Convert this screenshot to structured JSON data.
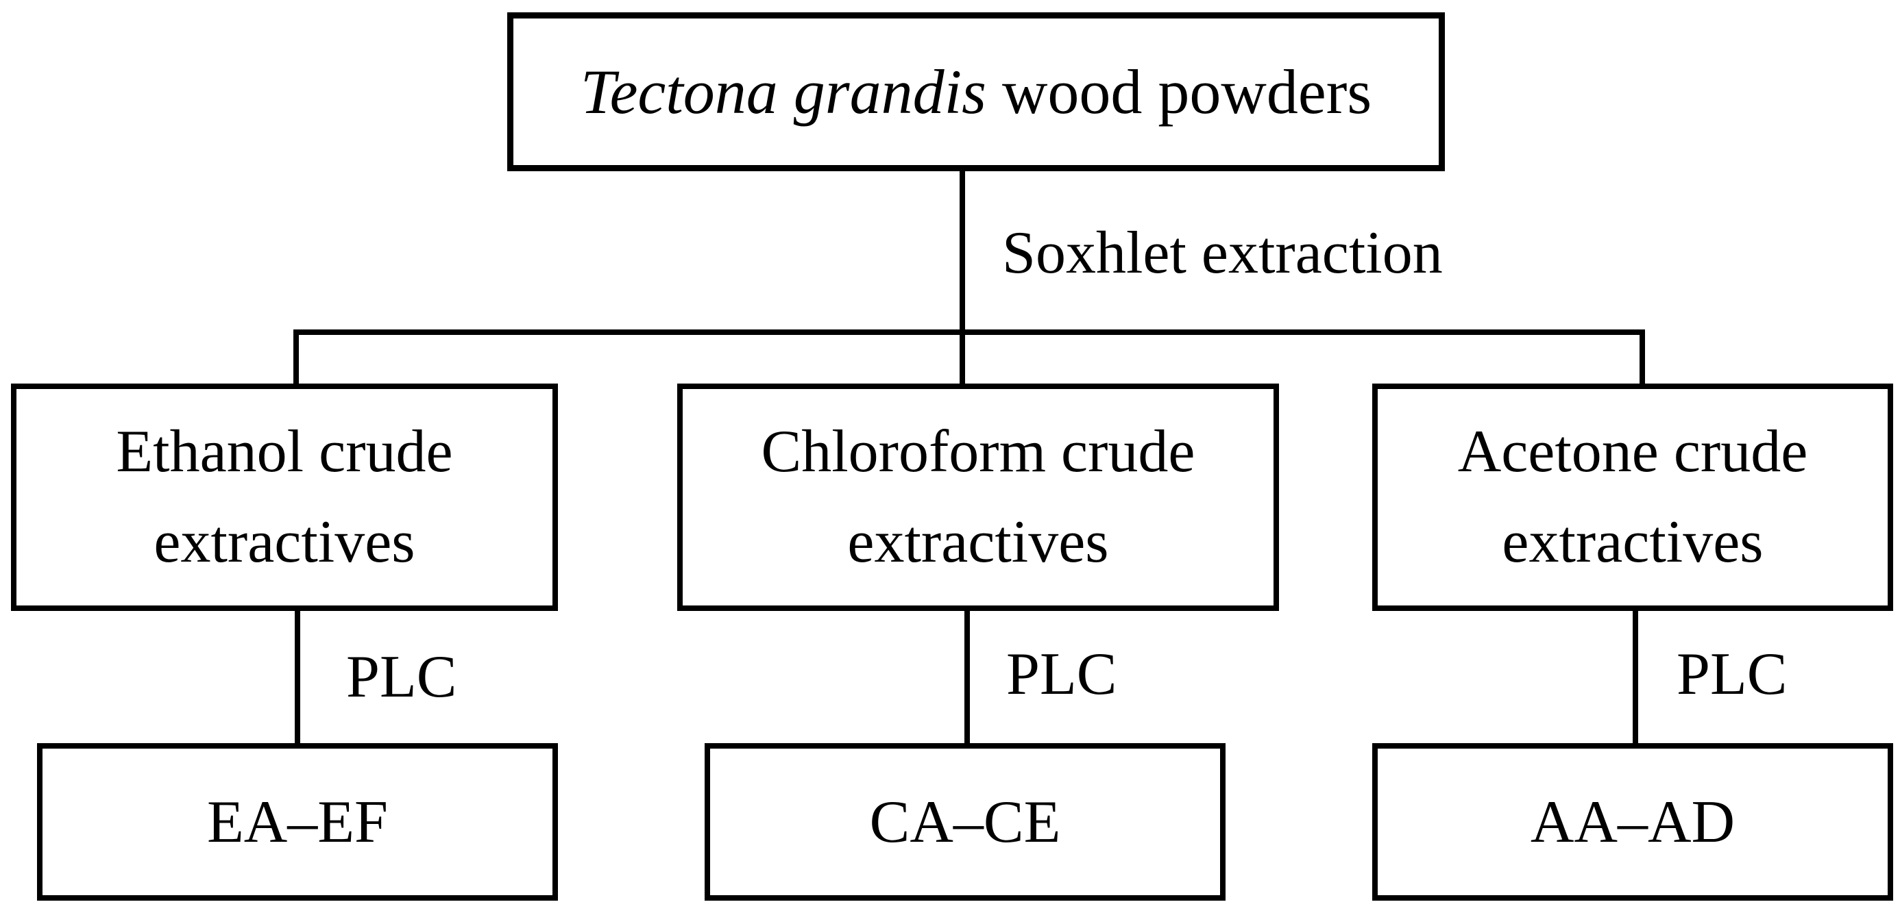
{
  "title": {
    "italic": "Tectona grandis",
    "regular": " wood powders"
  },
  "labels": {
    "extraction": "Soxhlet extraction"
  },
  "branches": [
    {
      "name_line1": "Ethanol crude",
      "name_line2": "extractives",
      "plc": "PLC",
      "fractions": "EA–EF"
    },
    {
      "name_line1": "Chloroform crude",
      "name_line2": "extractives",
      "plc": "PLC",
      "fractions": "CA–CE"
    },
    {
      "name_line1": "Acetone crude",
      "name_line2": "extractives",
      "plc": "PLC",
      "fractions": "AA–AD"
    }
  ],
  "colors": {
    "background": "#ffffff",
    "line": "#000000",
    "text": "#000000"
  }
}
